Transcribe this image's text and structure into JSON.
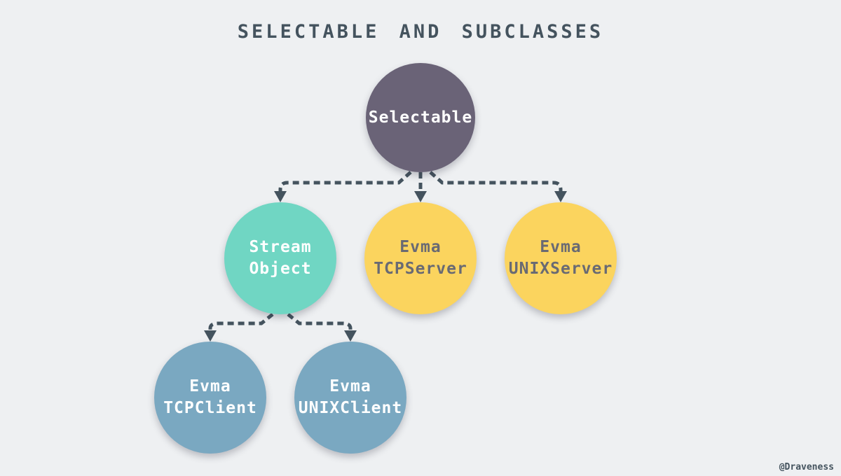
{
  "title": "SELECTABLE AND SUBCLASSES",
  "watermark": "@Draveness",
  "colors": {
    "background": "#eef0f2",
    "ink": "#44535e",
    "edge": "#44535e",
    "node-selectable": "#6a6377",
    "node-stream": "#70d6c3",
    "node-server": "#fbd45e",
    "node-client": "#7aa8c1",
    "text-light": "#ffffff",
    "text-dark": "#696a73"
  },
  "nodes": {
    "selectable": {
      "line1": "Selectable",
      "line2": ""
    },
    "stream_object": {
      "line1": "Stream",
      "line2": "Object"
    },
    "evma_tcpserver": {
      "line1": "Evma",
      "line2": "TCPServer"
    },
    "evma_unixserver": {
      "line1": "Evma",
      "line2": "UNIXServer"
    },
    "evma_tcpclient": {
      "line1": "Evma",
      "line2": "TCPClient"
    },
    "evma_unixclient": {
      "line1": "Evma",
      "line2": "UNIXClient"
    }
  },
  "edges": [
    {
      "from": "Selectable",
      "to": "Stream Object",
      "style": "dashed-arrow"
    },
    {
      "from": "Selectable",
      "to": "Evma TCPServer",
      "style": "dashed-arrow"
    },
    {
      "from": "Selectable",
      "to": "Evma UNIXServer",
      "style": "dashed-arrow"
    },
    {
      "from": "Stream Object",
      "to": "Evma TCPClient",
      "style": "dashed-arrow"
    },
    {
      "from": "Stream Object",
      "to": "Evma UNIXClient",
      "style": "dashed-arrow"
    }
  ]
}
